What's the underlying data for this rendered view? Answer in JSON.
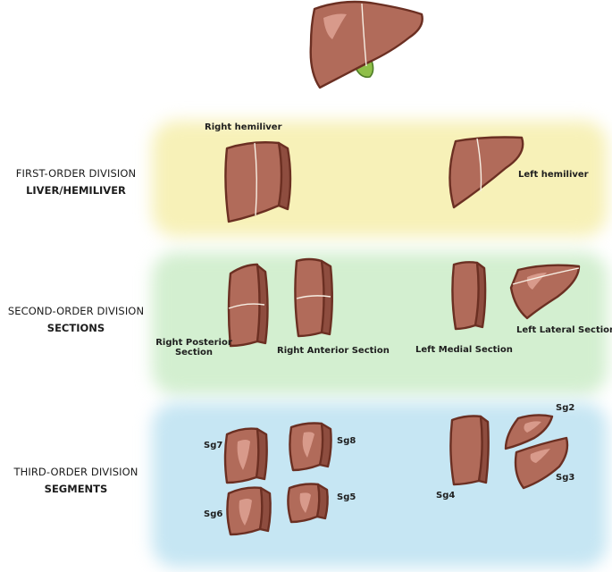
{
  "rows": [
    {
      "line1": "FIRST-ORDER DIVISION",
      "line2": "LIVER/HEMILIVER"
    },
    {
      "line1": "SECOND-ORDER DIVISION",
      "line2": "SECTIONS"
    },
    {
      "line1": "THIRD-ORDER DIVISION",
      "line2": "SEGMENTS"
    }
  ],
  "captions": {
    "right_hemiliver": "Right hemiliver",
    "left_hemiliver": "Left hemiliver",
    "right_posterior_line1": "Right Posterior",
    "right_posterior_line2": "Section",
    "right_anterior": "Right Anterior Section",
    "left_medial": "Left Medial Section",
    "left_lateral": "Left Lateral Section",
    "sg2": "Sg2",
    "sg3": "Sg3",
    "sg4": "Sg4",
    "sg5": "Sg5",
    "sg6": "Sg6",
    "sg7": "Sg7",
    "sg8": "Sg8"
  },
  "colors": {
    "liver": "#b16b5a",
    "liver_outline": "#6b2f22",
    "gallbladder": "#8fbf49",
    "band_first": "#f7f1b8",
    "band_second": "#d3efd0",
    "band_third": "#c6e6f3"
  }
}
